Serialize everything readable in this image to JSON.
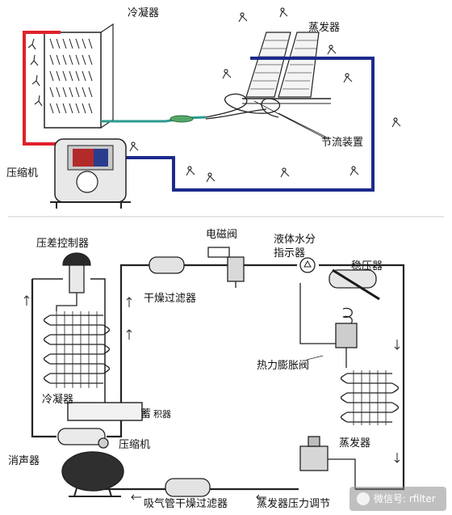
{
  "top_diagram": {
    "labels": {
      "condenser": "冷凝器",
      "evaporator": "蒸发器",
      "compressor": "压缩机",
      "throttle_device": "节流装置"
    },
    "colors": {
      "hot_line": "#e0212b",
      "cold_line": "#1c2a8c",
      "liquid_line": "#2e9b8f"
    }
  },
  "bottom_diagram": {
    "labels": {
      "pressure_controller": "压差控制器",
      "solenoid_valve": "电磁阀",
      "liquid_indicator_1": "液体水分",
      "liquid_indicator_2": "指示器",
      "stabilizer": "稳压器",
      "drier_filter": "干燥过滤器",
      "thermal_expansion_valve": "热力膨胀阀",
      "condenser": "冷凝器",
      "accumulator": "蓄",
      "accumulator_small": "积器",
      "muffler": "消声器",
      "compressor": "压缩机",
      "evaporator": "蒸发器",
      "suction_drier_filter": "吸气管干燥过滤器",
      "evap_pressure_regulator": "蒸发器压力调节"
    },
    "watermark": "微信号: rfilter"
  }
}
